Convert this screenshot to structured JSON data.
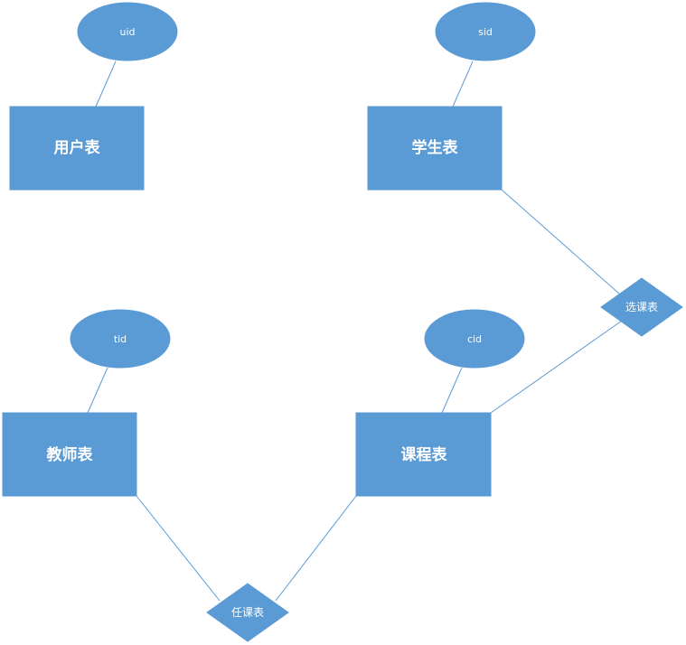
{
  "diagram": {
    "entities": {
      "user": "用户表",
      "student": "学生表",
      "teacher": "教师表",
      "course": "课程表"
    },
    "attributes": {
      "uid": "uid",
      "sid": "sid",
      "tid": "tid",
      "cid": "cid"
    },
    "relationships": {
      "selection": "选课表",
      "teaching": "任课表"
    },
    "colors": {
      "fill": "#5b9bd5",
      "text": "#ffffff",
      "line": "#5b9bd5"
    }
  }
}
